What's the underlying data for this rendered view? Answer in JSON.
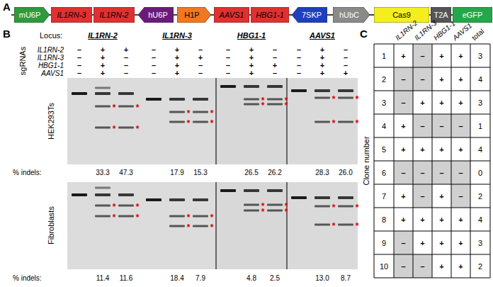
{
  "diagram": {
    "nodes": [
      {
        "text": [
          "mU6P"
        ]
      },
      {
        "text": [
          "IL1RN-3"
        ]
      },
      {
        "text": [
          "IL1RN-2"
        ]
      },
      {
        "text": [
          "hU6P"
        ]
      },
      {
        "text": [
          "H1P"
        ]
      },
      {
        "text": [
          "AAVS1"
        ]
      },
      {
        "text": [
          "HBG1-1"
        ]
      },
      {
        "text": [
          "7SKP"
        ]
      },
      {
        "text": [
          "hUbC"
        ]
      },
      {
        "text": [
          "Cas9"
        ]
      },
      {
        "text": [
          "T2A"
        ]
      },
      {
        "text": [
          "eGFP"
        ]
      }
    ],
    "labels": [
      "A",
      "B",
      "C",
      "Locus:",
      "IL1RN-2",
      "IL1RN-3",
      "HBG1-1",
      "AAVS1",
      "sgRNAs",
      "IL1RN-2",
      "IL1RN-3",
      "HBG1-1",
      "AAVS1",
      "–",
      "+",
      "+",
      "–",
      "+",
      "–",
      "–",
      "+",
      "–",
      "–",
      "+",
      "–",
      "–",
      "+",
      "–",
      "–",
      "+",
      "+",
      "–",
      "+",
      "–",
      "–",
      "+",
      "–",
      "–",
      "+",
      "–",
      "–",
      "+",
      "–",
      "–",
      "+",
      "+",
      "–",
      "+",
      "–",
      "–",
      "+",
      "–",
      "–",
      "+",
      "–",
      "–",
      "+",
      "–",
      "–",
      "+",
      "+",
      "HEK293Ts",
      "*",
      "*",
      "*",
      "*",
      "*",
      "*",
      "*",
      "*",
      "*",
      "*",
      "*",
      "*",
      "*",
      "*",
      "*",
      "*",
      "% indels:",
      "33.3",
      "47.3",
      "17.9",
      "15.3",
      "26.5",
      "26.2",
      "28.3",
      "26.0",
      "Fibroblasts",
      "*",
      "*",
      "*",
      "*",
      "*",
      "*",
      "*",
      "*",
      "*",
      "*",
      "*",
      "*",
      "*",
      "*",
      "*",
      "*",
      "% indels:",
      "11.4",
      "11.6",
      "18.4",
      "7.9",
      "4.8",
      "2.5",
      "13.0",
      "8.7",
      "IL1RN-2",
      "IL1RN-3",
      "HBG1-1",
      "AAVS1",
      "total",
      "Clone number",
      "1",
      "+",
      "–",
      "+",
      "+",
      "3",
      "2",
      "–",
      "–",
      "+",
      "+",
      "4",
      "3",
      "–",
      "+",
      "+",
      "+",
      "3",
      "4",
      "+",
      "–",
      "–",
      "–",
      "1",
      "5",
      "+",
      "+",
      "+",
      "+",
      "4",
      "6",
      "–",
      "–",
      "–",
      "–",
      "0",
      "7",
      "+",
      "–",
      "+",
      "–",
      "2",
      "8",
      "+",
      "+",
      "+",
      "+",
      "4",
      "9",
      "–",
      "+",
      "+",
      "+",
      "3",
      "10",
      "–",
      "–",
      "+",
      "+",
      "2"
    ]
  }
}
